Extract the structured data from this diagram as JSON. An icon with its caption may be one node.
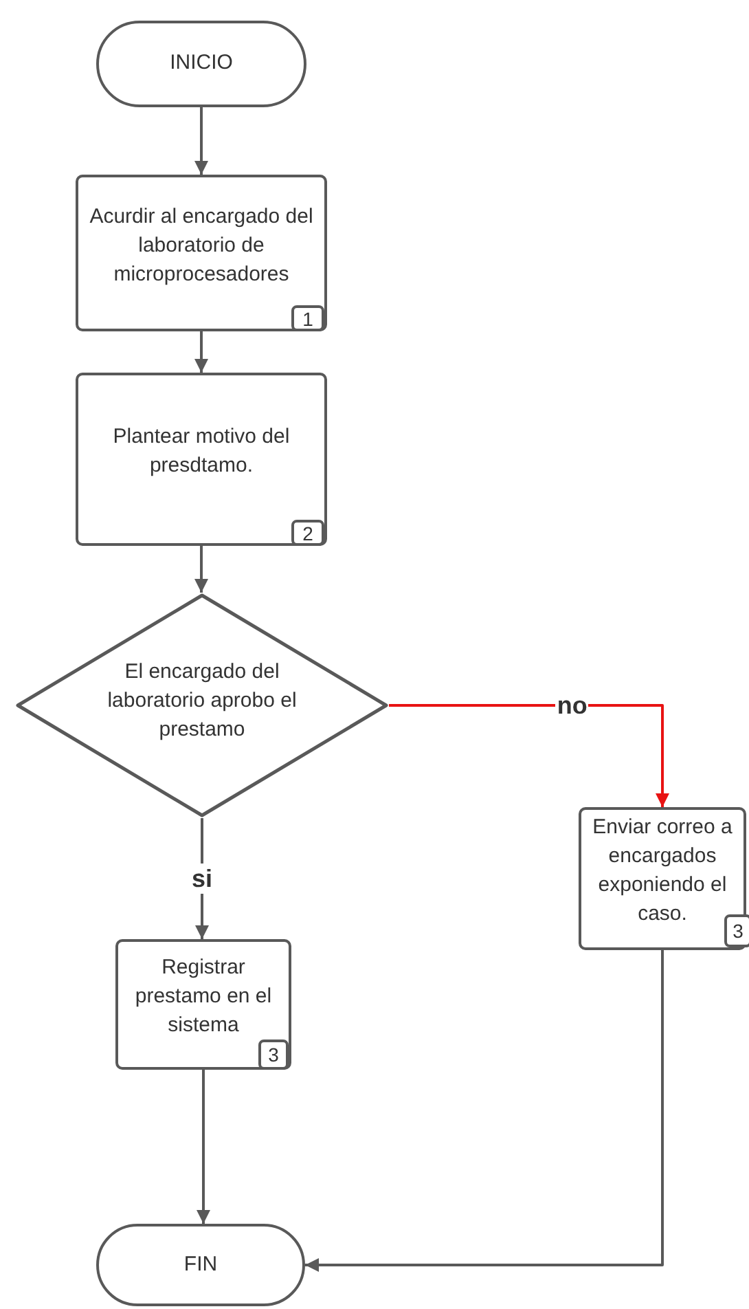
{
  "diagram": {
    "nodes": [
      {
        "text": [
          "INICIO"
        ]
      },
      {
        "text": [
          "Acurdir al encargado del laboratorio de microprocesadores"
        ]
      },
      {
        "text": [
          "1"
        ],
        "in": 1
      },
      {
        "text": [
          "Plantear motivo del presdtamo."
        ]
      },
      {
        "text": [
          "2"
        ],
        "in": 3
      },
      {
        "text": [
          "El encargado del laboratorio aprobo el prestamo"
        ]
      },
      {
        "text": [
          "Registrar prestamo en el sistema"
        ]
      },
      {
        "text": [
          "3"
        ],
        "in": 6
      },
      {
        "text": [
          "Enviar correo a encargados exponiendo el caso."
        ]
      },
      {
        "text": [
          "3"
        ],
        "in": 8
      },
      {
        "text": [
          "FIN"
        ]
      }
    ],
    "edges": [
      {
        "from": 0,
        "to": 1,
        "arrow": "to"
      },
      {
        "from": 1,
        "to": 3,
        "arrow": "to"
      },
      {
        "from": 3,
        "to": 5,
        "arrow": "to"
      },
      {
        "from": 5,
        "to": 6,
        "arrow": "to",
        "label": "si"
      },
      {
        "from": 5,
        "to": 8,
        "arrow": "to",
        "label": "no",
        "color": "#e81313"
      },
      {
        "from": 6,
        "to": 10,
        "arrow": "to"
      },
      {
        "from": 8,
        "to": 10,
        "arrow": "to"
      }
    ]
  }
}
